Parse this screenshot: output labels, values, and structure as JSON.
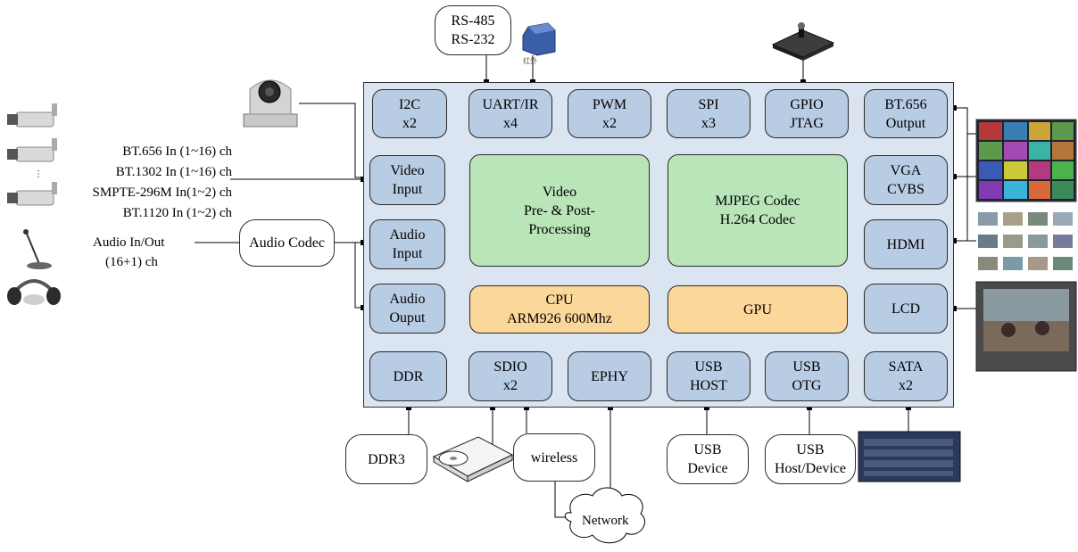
{
  "interfaces": {
    "i2c": "I2C\nx2",
    "uart": "UART/IR\nx4",
    "pwm": "PWM\nx2",
    "spi": "SPI\nx3",
    "gpio": "GPIO\nJTAG",
    "bt656_out": "BT.656\nOutput",
    "video_input": "Video\nInput",
    "audio_input": "Audio\nInput",
    "audio_output": "Audio\nOuput",
    "vga": "VGA\nCVBS",
    "hdmi": "HDMI",
    "lcd": "LCD",
    "ddr": "DDR",
    "sdio": "SDIO\nx2",
    "ephy": "EPHY",
    "usb_host": "USB\nHOST",
    "usb_otg": "USB\nOTG",
    "sata": "SATA\nx2"
  },
  "cores": {
    "video_processing": "Video\nPre- & Post-\nProcessing",
    "codec": "MJPEG Codec\nH.264 Codec",
    "cpu": "CPU\nARM926 600Mhz",
    "gpu": "GPU"
  },
  "external": {
    "serial": "RS-485\nRS-232",
    "audio_codec": "Audio Codec",
    "ddr3": "DDR3",
    "wireless": "wireless",
    "network": "Network",
    "usb_device": "USB\nDevice",
    "usb_host_device": "USB\nHost/Device",
    "ir_tag": "红外"
  },
  "input_labels": {
    "bt656": "BT.656 In (1~16) ch",
    "bt1302": "BT.1302 In (1~16) ch",
    "smpte": "SMPTE-296M In(1~2) ch",
    "bt1120": "BT.1120 In (1~2) ch",
    "audio_io": "Audio In/Out",
    "audio_ch": "(16+1) ch"
  }
}
